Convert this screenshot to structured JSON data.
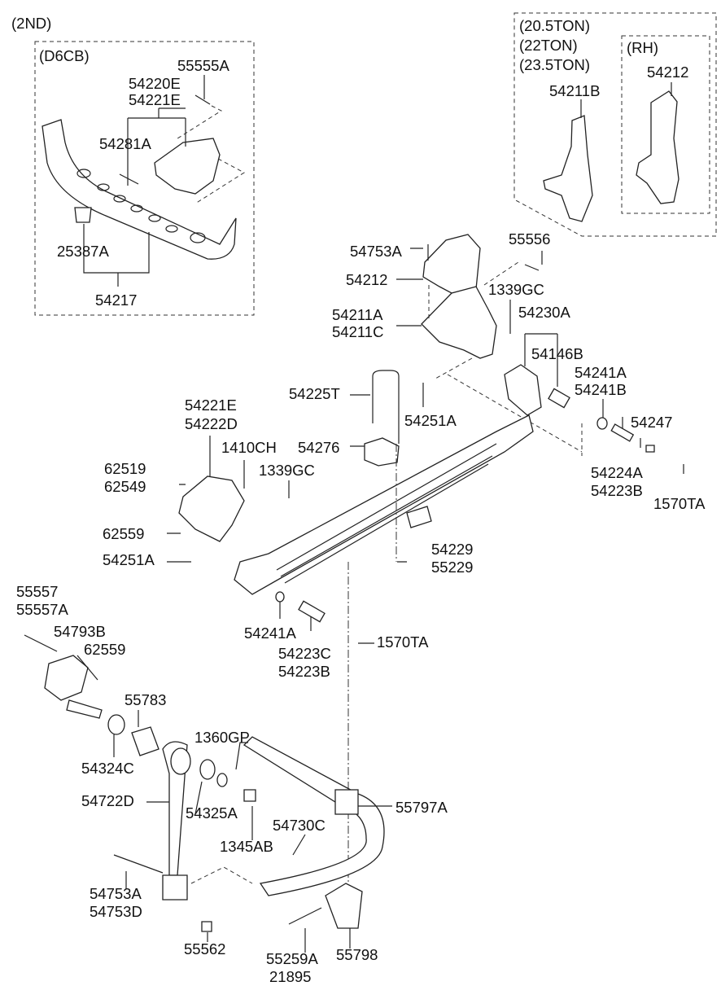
{
  "labels": {
    "l2nd": "(2ND)",
    "d6cb": "(D6CB)",
    "p55555A": "55555A",
    "p54220E": "54220E",
    "p54221E_a": "54221E",
    "p54281A": "54281A",
    "p25387A": "25387A",
    "p54217": "54217",
    "t205": "(20.5TON)",
    "t22": "(22TON)",
    "t235": "(23.5TON)",
    "rh": "(RH)",
    "p54212_rh": "54212",
    "p54211B": "54211B",
    "p54753A_a": "54753A",
    "p55556": "55556",
    "p54212": "54212",
    "p1339GC_a": "1339GC",
    "p54211A": "54211A",
    "p54211C": "54211C",
    "p54230A": "54230A",
    "p54146B": "54146B",
    "p54241A_a": "54241A",
    "p54241B": "54241B",
    "p54225T": "54225T",
    "p54221E_b": "54221E",
    "p54222D": "54222D",
    "p54251A_a": "54251A",
    "p54247": "54247",
    "p1410CH": "1410CH",
    "p54276": "54276",
    "p62519": "62519",
    "p62549": "62549",
    "p1339GC_b": "1339GC",
    "p54224A": "54224A",
    "p54223B_a": "54223B",
    "p1570TA_a": "1570TA",
    "p62559_a": "62559",
    "p54229": "54229",
    "p55229": "55229",
    "p54251A_b": "54251A",
    "p55557": "55557",
    "p55557A": "55557A",
    "p54793B": "54793B",
    "p62559_b": "62559",
    "p54241A_b": "54241A",
    "p1570TA_b": "1570TA",
    "p54223C": "54223C",
    "p54223B_b": "54223B",
    "p55783": "55783",
    "p1360GP": "1360GP",
    "p54324C": "54324C",
    "p55797A": "55797A",
    "p54325A": "54325A",
    "p54722D": "54722D",
    "p54730C": "54730C",
    "p1345AB": "1345AB",
    "p54753A_b": "54753A",
    "p54753D": "54753D",
    "p55562": "55562",
    "p55259A": "55259A",
    "p21895": "21895",
    "p55798": "55798"
  }
}
